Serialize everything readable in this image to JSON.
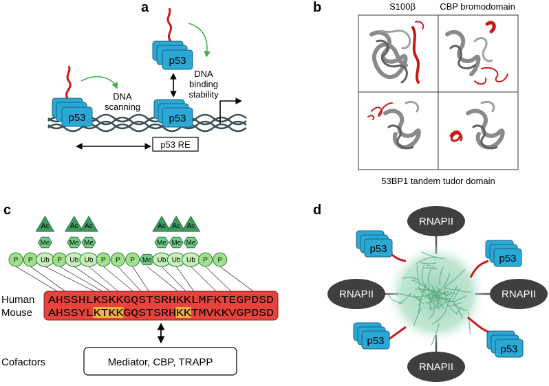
{
  "panels": {
    "a": {
      "letter": "a",
      "p53_label": "p53",
      "dna_scanning": [
        "DNA",
        "scanning"
      ],
      "dna_binding": [
        "DNA",
        "binding",
        "stability"
      ],
      "response_element": "p53 RE"
    },
    "b": {
      "letter": "b",
      "label_top_left": "S100β",
      "label_top_right": "CBP bromodomain",
      "label_bottom": "53BP1 tandem tudor domain"
    },
    "c": {
      "letter": "c",
      "modifications": [
        {
          "base": "P",
          "stack": []
        },
        {
          "base": "P",
          "stack": []
        },
        {
          "base": "Ub",
          "stack": [
            "Me",
            "Ac"
          ]
        },
        {
          "base": "P",
          "stack": []
        },
        {
          "base": "Ub",
          "stack": [
            "Me",
            "Ac"
          ]
        },
        {
          "base": "Ub",
          "stack": [
            "Me",
            "Ac"
          ]
        },
        {
          "base": "P",
          "stack": []
        },
        {
          "base": "P",
          "stack": []
        },
        {
          "base": "P",
          "stack": []
        },
        {
          "base": "Me",
          "stack": []
        },
        {
          "base": "Ub",
          "stack": [
            "Me",
            "Ac"
          ]
        },
        {
          "base": "Ub",
          "stack": [
            "Me",
            "Ac"
          ]
        },
        {
          "base": "Ub",
          "stack": [
            "Me",
            "Ac"
          ]
        },
        {
          "base": "P",
          "stack": []
        },
        {
          "base": "P",
          "stack": []
        }
      ],
      "species": [
        "Human",
        "Mouse"
      ],
      "human_seq": "AHSSHLKSKKGQSTSRHKKLMFKTEGPDSD",
      "mouse_seq": "AHSSYLKTKKGQSTSRHKKTMVKKVGPDSD",
      "mouse_highlight_positions": [
        6,
        7,
        8,
        9,
        17,
        18
      ],
      "cofactors_label": "Cofactors",
      "cofactors": "Mediator, CBP, TRAPP"
    },
    "d": {
      "letter": "d",
      "rnapii": [
        "RNAPII",
        "RNAPII",
        "RNAPII",
        "RNAPII"
      ],
      "p53_labels": [
        "p53",
        "p53",
        "p53",
        "p53"
      ]
    }
  },
  "colors": {
    "p53_blue": "#2aa9d6",
    "disordered_red": "#c81818",
    "green_arrow": "#3cb44b",
    "seq_red": "#e8423c",
    "seq_highlight": "#f5d742",
    "mod_green": "#9fe08a",
    "mod_dark_green": "#3e9a5c",
    "rnapii_gray": "#3f3f3f",
    "condensate": "#88c9a6"
  }
}
